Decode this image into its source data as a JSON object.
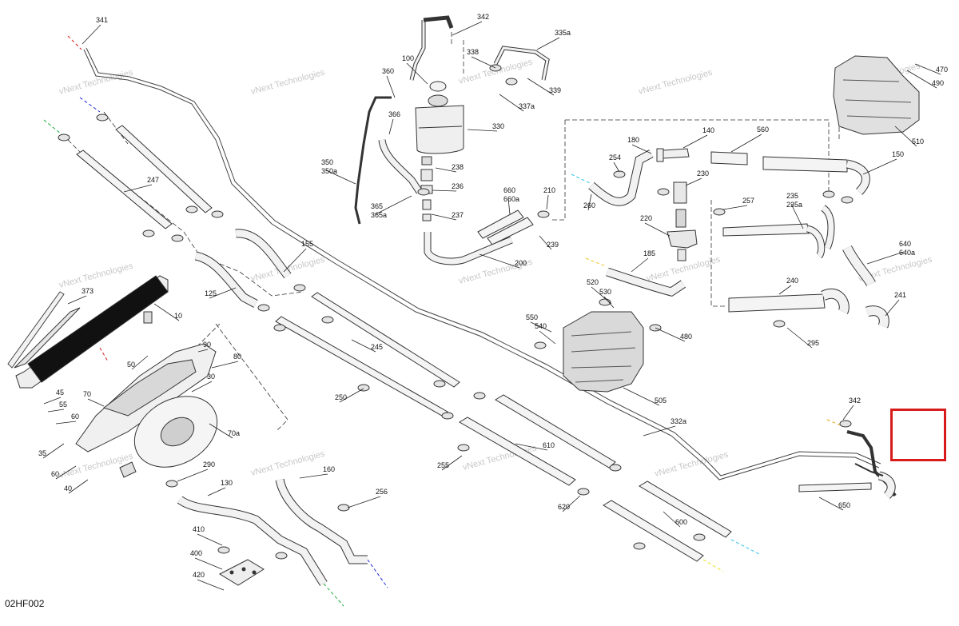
{
  "diagram_code": "02HF002",
  "watermark": "vNext Technologies",
  "callouts": [
    {
      "id": "341",
      "label": "341"
    },
    {
      "id": "342a",
      "label": "342"
    },
    {
      "id": "335a",
      "label": "335a"
    },
    {
      "id": "338",
      "label": "338"
    },
    {
      "id": "100",
      "label": "100"
    },
    {
      "id": "360",
      "label": "360"
    },
    {
      "id": "470",
      "label": "470"
    },
    {
      "id": "490",
      "label": "490"
    },
    {
      "id": "339",
      "label": "339"
    },
    {
      "id": "337a",
      "label": "337a"
    },
    {
      "id": "366",
      "label": "366"
    },
    {
      "id": "330",
      "label": "330"
    },
    {
      "id": "140",
      "label": "140"
    },
    {
      "id": "560",
      "label": "560"
    },
    {
      "id": "180",
      "label": "180"
    },
    {
      "id": "510",
      "label": "510"
    },
    {
      "id": "254",
      "label": "254"
    },
    {
      "id": "150",
      "label": "150"
    },
    {
      "id": "238",
      "label": "238"
    },
    {
      "id": "350",
      "label": "350\n350a"
    },
    {
      "id": "230",
      "label": "230"
    },
    {
      "id": "247",
      "label": "247"
    },
    {
      "id": "236",
      "label": "236"
    },
    {
      "id": "660",
      "label": "660\n660a"
    },
    {
      "id": "210",
      "label": "210"
    },
    {
      "id": "235",
      "label": "235\n235a"
    },
    {
      "id": "365",
      "label": "365\n365a"
    },
    {
      "id": "260",
      "label": "260"
    },
    {
      "id": "257",
      "label": "257"
    },
    {
      "id": "237",
      "label": "237"
    },
    {
      "id": "220",
      "label": "220"
    },
    {
      "id": "239",
      "label": "239"
    },
    {
      "id": "640",
      "label": "640\n640a"
    },
    {
      "id": "155",
      "label": "155"
    },
    {
      "id": "185",
      "label": "185"
    },
    {
      "id": "200",
      "label": "200"
    },
    {
      "id": "373",
      "label": "373"
    },
    {
      "id": "520",
      "label": "520"
    },
    {
      "id": "240",
      "label": "240"
    },
    {
      "id": "125",
      "label": "125"
    },
    {
      "id": "530",
      "label": "530"
    },
    {
      "id": "241",
      "label": "241"
    },
    {
      "id": "10",
      "label": "10"
    },
    {
      "id": "550",
      "label": "550"
    },
    {
      "id": "540",
      "label": "540"
    },
    {
      "id": "480",
      "label": "480"
    },
    {
      "id": "245",
      "label": "245"
    },
    {
      "id": "295",
      "label": "295"
    },
    {
      "id": "90",
      "label": "90"
    },
    {
      "id": "80",
      "label": "80"
    },
    {
      "id": "50",
      "label": "50"
    },
    {
      "id": "30",
      "label": "30"
    },
    {
      "id": "45",
      "label": "45"
    },
    {
      "id": "505",
      "label": "505"
    },
    {
      "id": "70",
      "label": "70"
    },
    {
      "id": "250",
      "label": "250"
    },
    {
      "id": "55",
      "label": "55"
    },
    {
      "id": "342b",
      "label": "342"
    },
    {
      "id": "60a",
      "label": "60"
    },
    {
      "id": "332a",
      "label": "332a"
    },
    {
      "id": "70a",
      "label": "70a"
    },
    {
      "id": "35",
      "label": "35"
    },
    {
      "id": "610",
      "label": "610"
    },
    {
      "id": "255",
      "label": "255"
    },
    {
      "id": "290",
      "label": "290"
    },
    {
      "id": "60b",
      "label": "60"
    },
    {
      "id": "160",
      "label": "160"
    },
    {
      "id": "40",
      "label": "40"
    },
    {
      "id": "130",
      "label": "130"
    },
    {
      "id": "256",
      "label": "256"
    },
    {
      "id": "650",
      "label": "650"
    },
    {
      "id": "620",
      "label": "620"
    },
    {
      "id": "600",
      "label": "600"
    },
    {
      "id": "410",
      "label": "410"
    },
    {
      "id": "400",
      "label": "400"
    },
    {
      "id": "420",
      "label": "420"
    }
  ]
}
